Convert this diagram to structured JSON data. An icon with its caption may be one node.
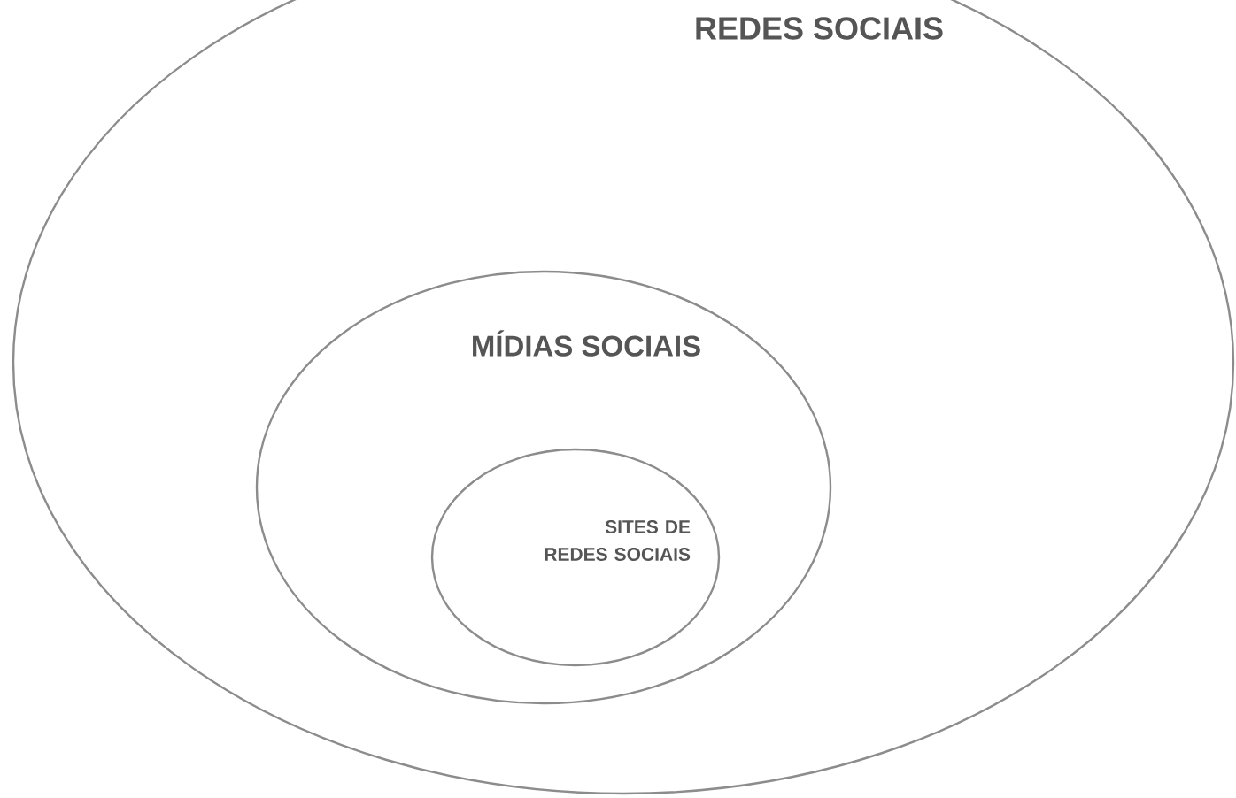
{
  "diagram": {
    "nodes": [
      {
        "text": [
          "REDES SOCIAIS"
        ]
      },
      {
        "text": [
          "MÍDIAS SOCIAIS"
        ],
        "in": 0
      },
      {
        "text": [
          "SITES DE REDES SOCIAIS"
        ],
        "in": 1
      }
    ]
  }
}
